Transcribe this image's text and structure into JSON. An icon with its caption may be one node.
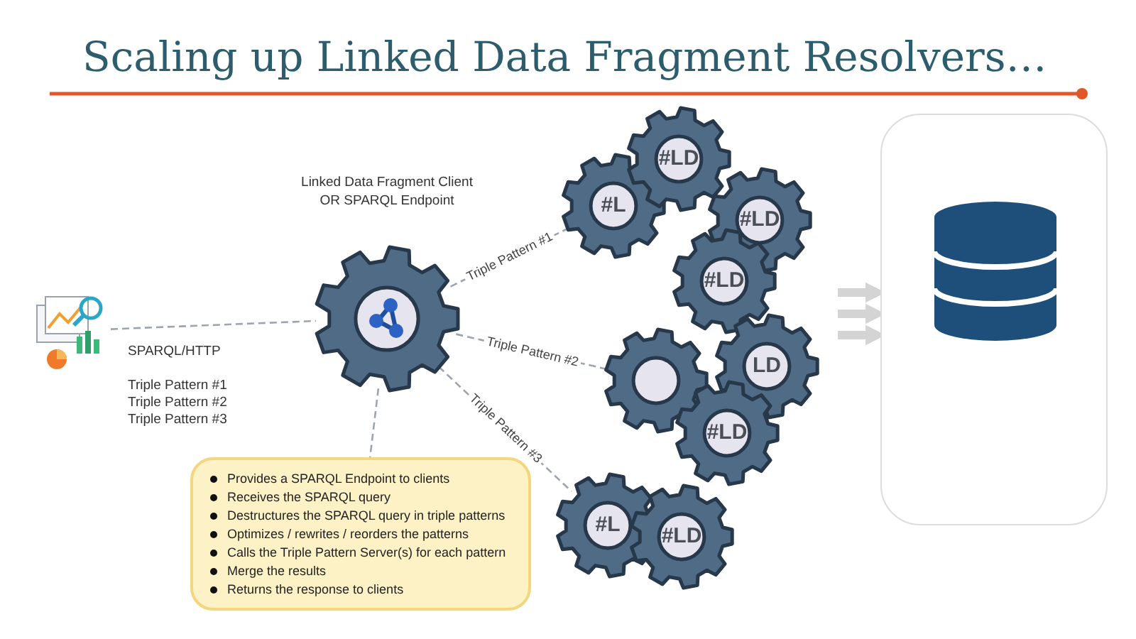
{
  "diagram": {
    "title": "Scaling up Linked Data Fragment Resolvers…",
    "nodes": [
      {
        "text": [],
        "shape": "picture"
      },
      {
        "text": [
          "Linked Data Fragment Client OR SPARQL Endpoint"
        ]
      },
      {
        "text": [
          "Provides a SPARQL Endpoint to clients",
          "Receives the SPARQL query",
          "Destructures the SPARQL query in triple patterns",
          "Optimizes / rewrites / reorders the patterns",
          "Calls the Triple Pattern Server(s) for each pattern",
          "Merge the results",
          "Returns the response to clients"
        ]
      },
      {
        "text": [
          "#L"
        ]
      },
      {
        "text": [
          "#LD"
        ]
      },
      {
        "text": [
          "#LD"
        ]
      },
      {
        "text": [
          "#LD"
        ]
      },
      {
        "text": [],
        "shape": "gear"
      },
      {
        "text": [
          "LD"
        ]
      },
      {
        "text": [
          "#LD"
        ]
      },
      {
        "text": [
          "#L"
        ]
      },
      {
        "text": [
          "#LD"
        ]
      },
      {
        "text": [],
        "shape": "box"
      },
      {
        "text": [],
        "shape": "cylinder",
        "in": 12
      }
    ],
    "edges": [
      {
        "from": 0,
        "to": 1,
        "arrow": "none",
        "style": "dashed"
      },
      {
        "from": 1,
        "to": 3,
        "arrow": "none",
        "style": "dashed",
        "label": "Triple Pattern #1"
      },
      {
        "from": 1,
        "to": 7,
        "arrow": "none",
        "style": "dashed",
        "label": "Triple Pattern #2"
      },
      {
        "from": 1,
        "to": 10,
        "arrow": "none",
        "style": "dashed",
        "label": "Triple Pattern #3"
      },
      {
        "from": 1,
        "to": 2,
        "arrow": "none",
        "style": "dashed"
      },
      {
        "from": null,
        "to": 12,
        "arrow": "to",
        "style": "thick",
        "color": "#d4d4d4"
      },
      {
        "from": null,
        "to": 12,
        "arrow": "to",
        "style": "thick",
        "color": "#d4d4d4"
      },
      {
        "from": null,
        "to": 12,
        "arrow": "to",
        "style": "thick",
        "color": "#d4d4d4"
      }
    ],
    "labels": [
      "SPARQL/HTTP",
      "Triple Pattern #1",
      "Triple Pattern #2",
      "Triple Pattern #3"
    ]
  }
}
